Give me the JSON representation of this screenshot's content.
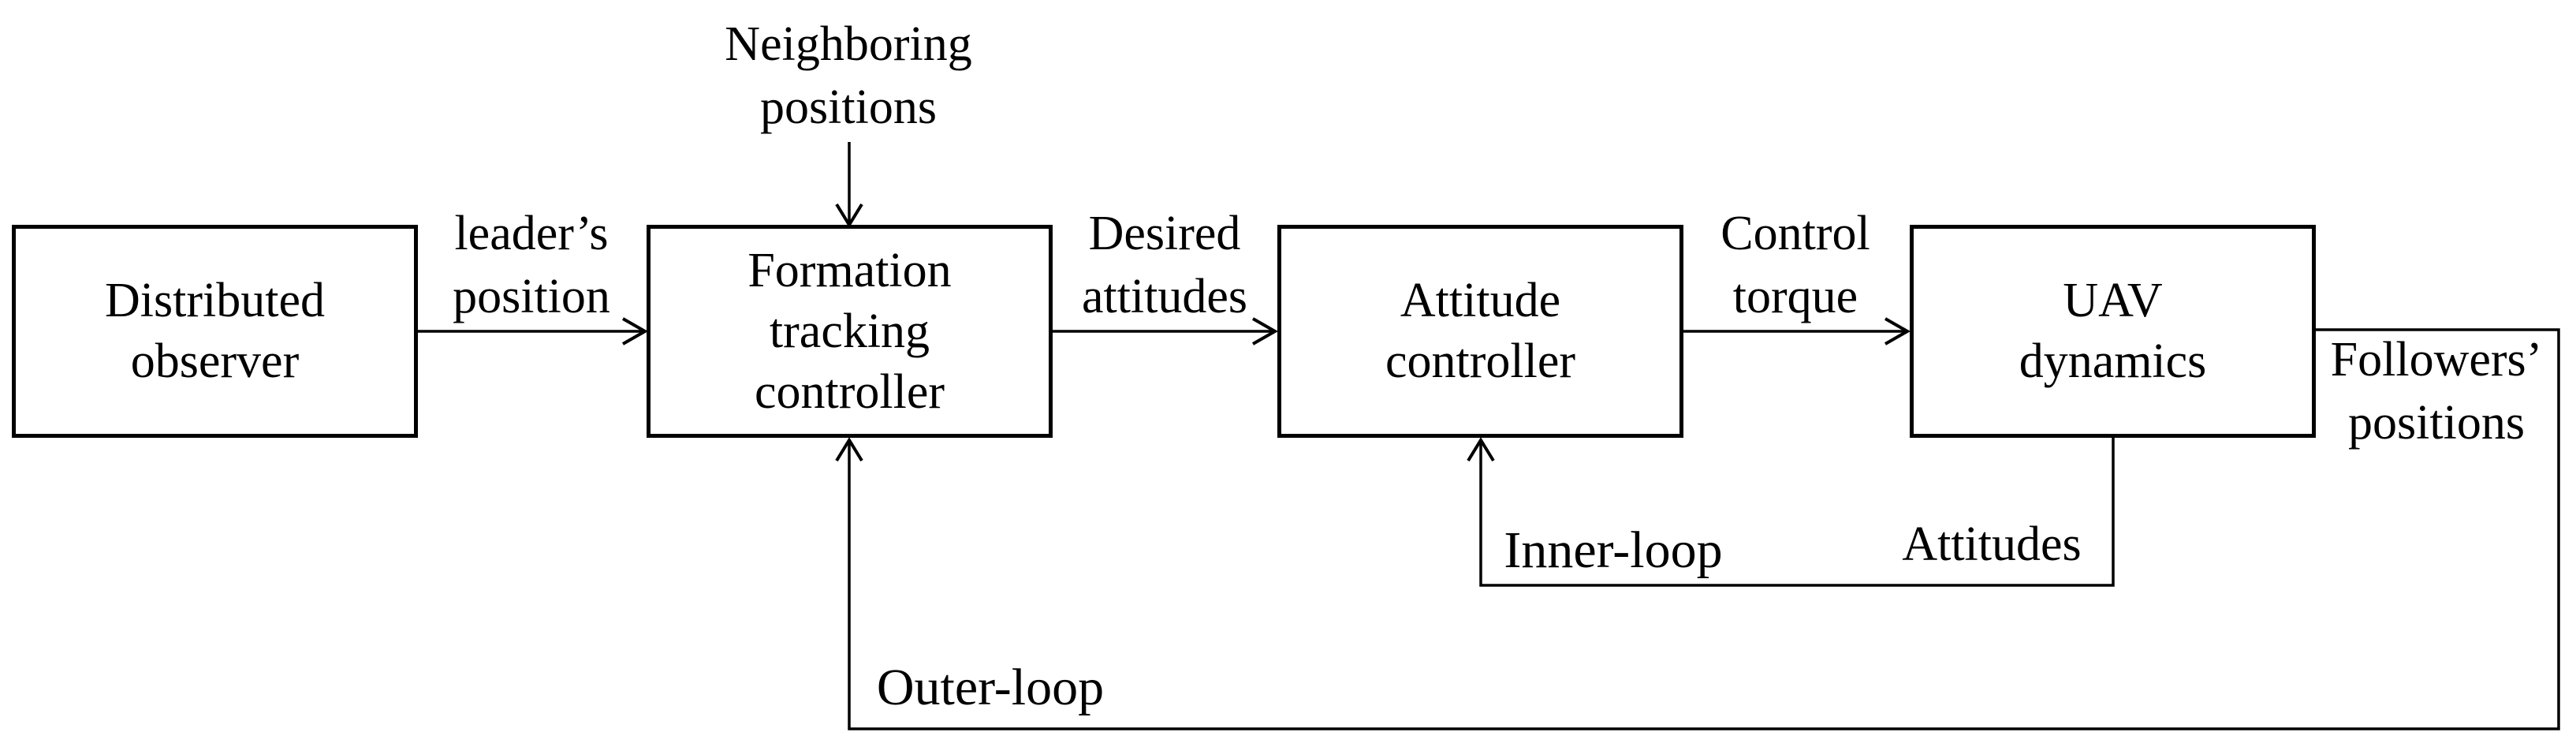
{
  "diagram": {
    "title": "UAV formation control block diagram",
    "boxes": {
      "observer": {
        "line1": "Distributed",
        "line2": "observer"
      },
      "formation": {
        "line1": "Formation",
        "line2": "tracking",
        "line3": "controller"
      },
      "attitude": {
        "line1": "Attitude",
        "line2": "controller"
      },
      "uav": {
        "line1": "UAV",
        "line2": "dynamics"
      }
    },
    "labels": {
      "neighboring": {
        "line1": "Neighboring",
        "line2": "positions"
      },
      "leader": {
        "line1": "leader’s",
        "line2": "position"
      },
      "desired": {
        "line1": "Desired",
        "line2": "attitudes"
      },
      "control": {
        "line1": "Control",
        "line2": "torque"
      },
      "followers": {
        "line1": "Followers’",
        "line2": "positions"
      },
      "inner_loop": "Inner-loop",
      "attitudes_feedback": "Attitudes",
      "outer_loop": "Outer-loop"
    },
    "colors": {
      "ink": "#000000",
      "background": "#ffffff"
    }
  }
}
